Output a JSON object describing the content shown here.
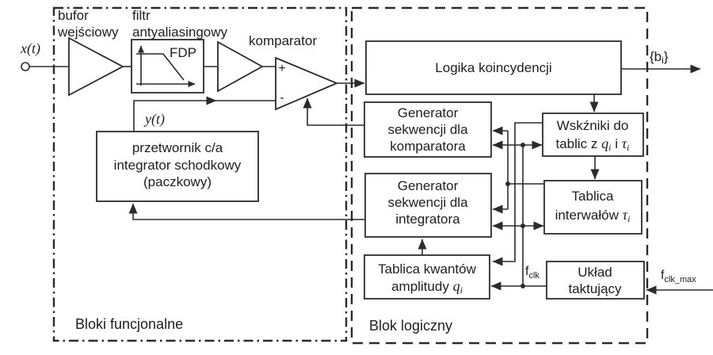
{
  "colors": {
    "stroke": "#2b2b2b",
    "background": "#ffffff"
  },
  "regions": {
    "functional": {
      "label": "Bloki funcjonalne"
    },
    "logic": {
      "label": "Blok logiczny"
    }
  },
  "source": {
    "signal": "x(t)"
  },
  "feedback": {
    "signal": "y(t)"
  },
  "amplifiers": {
    "bufor_label": [
      "bufor",
      "wejściowy"
    ],
    "filtr_label": [
      "filtr",
      "antyaliasingowy"
    ],
    "fdp": "FDP",
    "komparator_label": "komparator",
    "plus": "+",
    "minus": "-"
  },
  "blocks": {
    "przetwornik": {
      "lines": [
        "przetwornik c/a",
        "integrator schodkowy",
        "(paczkowy)"
      ]
    },
    "logika": {
      "label": "Logika koincydencji"
    },
    "gen_komparator": {
      "lines": [
        "Generator",
        "sekwencji dla",
        "komparatora"
      ]
    },
    "gen_integrator": {
      "lines": [
        "Generator",
        "sekwencji dla",
        "integratora"
      ]
    },
    "wskazniki": {
      "line1": "Wskźniki do",
      "line2": {
        "pre": "tablic z ",
        "q": "q",
        "qsub": "i",
        "mid": " i ",
        "tau": "τ",
        "tausub": "i"
      }
    },
    "tablica_interwalow": {
      "line1": "Tablica",
      "line2": {
        "pre": "interwałów ",
        "tau": "τ",
        "sub": "i"
      }
    },
    "tablica_kwantow": {
      "line1": "Tablica kwantów",
      "line2": {
        "pre": "amplitudy ",
        "q": "q",
        "sub": "i"
      }
    },
    "uklad_taktujacy": {
      "lines": [
        "Układ",
        "taktujący"
      ]
    }
  },
  "outputs": {
    "b": {
      "open": "{b",
      "sub": "i",
      "close": "}"
    }
  },
  "clock": {
    "fclk": {
      "base": "f",
      "sub": "clk"
    },
    "fclk_max": {
      "base": "f",
      "sub": "clk_max"
    }
  }
}
